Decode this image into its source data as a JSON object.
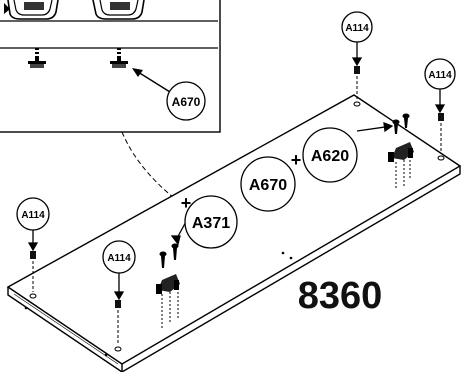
{
  "diagram": {
    "part_number": "8360",
    "callouts": [
      {
        "id": "c1",
        "label": "A670"
      },
      {
        "id": "c2",
        "label": "A114"
      },
      {
        "id": "c3",
        "label": "A114"
      },
      {
        "id": "c4",
        "label": "A620"
      },
      {
        "id": "c5",
        "label": "A670"
      },
      {
        "id": "c6",
        "label": "A371"
      },
      {
        "id": "c7",
        "label": "A114"
      },
      {
        "id": "c8",
        "label": "A114"
      }
    ],
    "plus_signs": [
      "+",
      "+"
    ]
  }
}
